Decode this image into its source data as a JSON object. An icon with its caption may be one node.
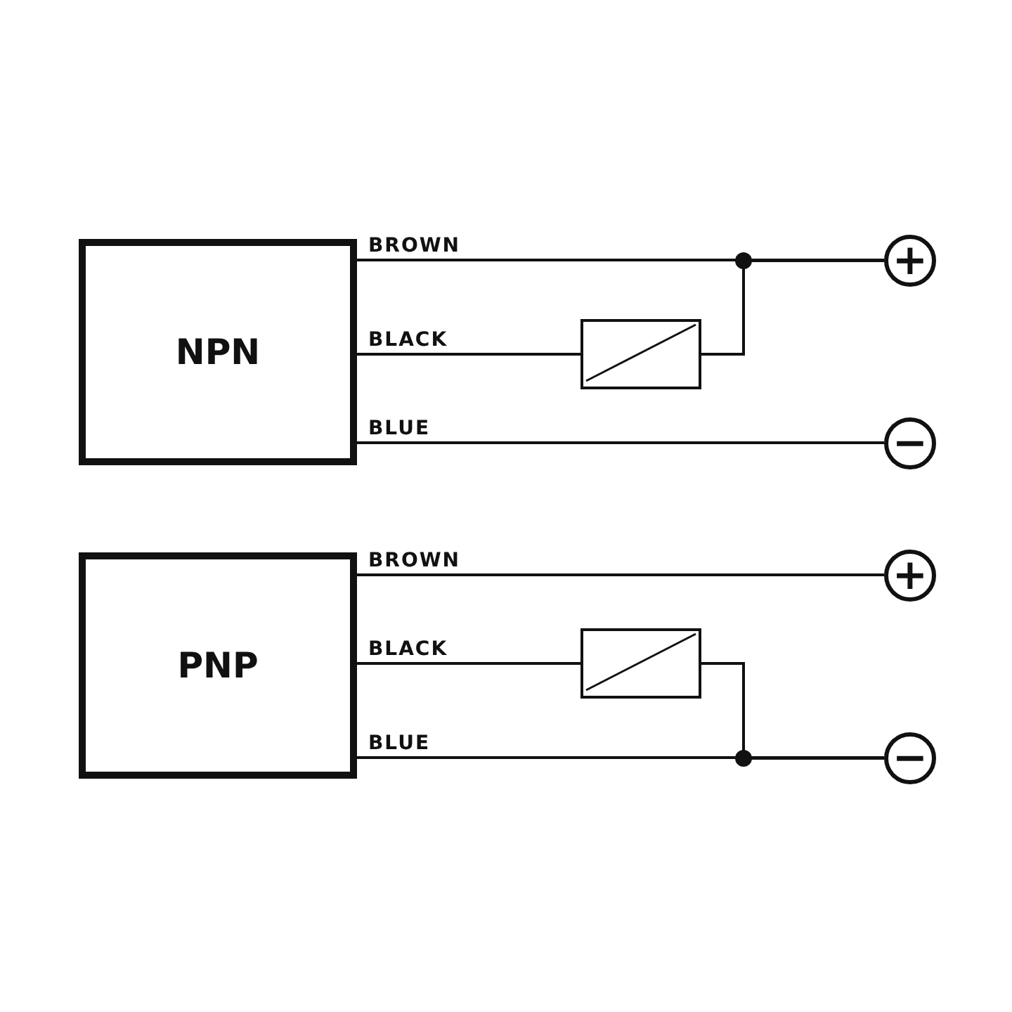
{
  "diagram": {
    "nodes": [
      {
        "text": [
          "NPN"
        ]
      },
      {
        "text": [],
        "shape": "box"
      },
      {
        "text": [
          "+"
        ]
      },
      {
        "text": [
          "−"
        ]
      },
      {
        "text": [
          "PNP"
        ]
      },
      {
        "text": [],
        "shape": "box"
      },
      {
        "text": [
          "+"
        ]
      },
      {
        "text": [
          "−"
        ]
      }
    ],
    "edges": [
      {
        "from": 0,
        "to": 2,
        "arrow": "none",
        "label": "BROWN"
      },
      {
        "from": 0,
        "to": 1,
        "arrow": "none",
        "label": "BLACK"
      },
      {
        "from": 1,
        "to": 2,
        "arrow": "none"
      },
      {
        "from": 0,
        "to": 3,
        "arrow": "none",
        "label": "BLUE"
      },
      {
        "from": 4,
        "to": 6,
        "arrow": "none",
        "label": "BROWN"
      },
      {
        "from": 4,
        "to": 5,
        "arrow": "none",
        "label": "BLACK"
      },
      {
        "from": 4,
        "to": 7,
        "arrow": "none",
        "label": "BLUE"
      },
      {
        "from": 5,
        "to": 7,
        "arrow": "none"
      }
    ]
  }
}
